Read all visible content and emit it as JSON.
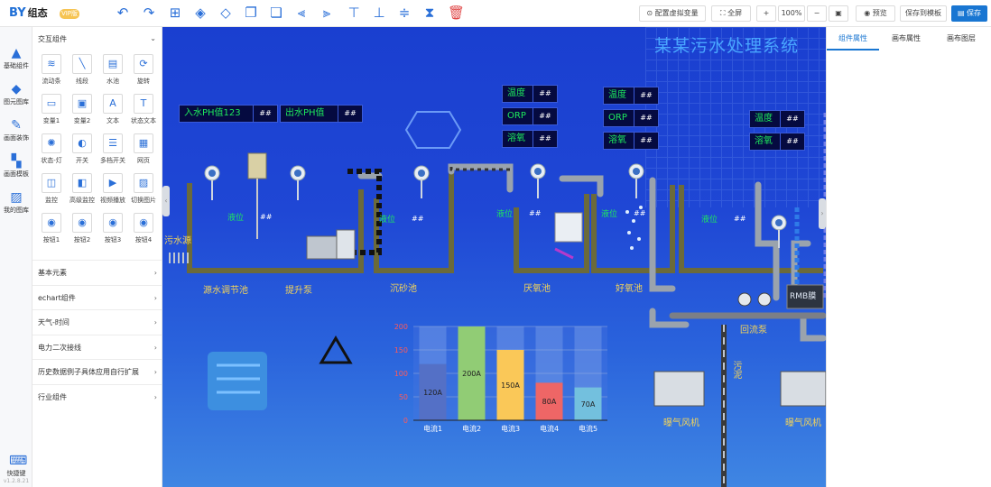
{
  "app": {
    "logo": "BY",
    "logo_text": "组态",
    "vip": "VIP版"
  },
  "toolbar": {
    "config_var": "配置虚拟变量",
    "fullscreen": "全屏",
    "zoom": "100%",
    "preview": "预览",
    "save_template": "保存到模板",
    "save": "保存"
  },
  "rail": {
    "items": [
      {
        "label": "基础组件"
      },
      {
        "label": "图元图库"
      },
      {
        "label": "画面装饰"
      },
      {
        "label": "画面模板"
      },
      {
        "label": "我的图库"
      }
    ],
    "shortcut": "快捷键",
    "version": "v1.2.8.21"
  },
  "panel": {
    "header": "交互组件",
    "components": [
      {
        "label": "流动条",
        "icon": "≋"
      },
      {
        "label": "线段",
        "icon": "╲"
      },
      {
        "label": "水池",
        "icon": "▤"
      },
      {
        "label": "旋转",
        "icon": "⟳"
      },
      {
        "label": "变量1",
        "icon": "▭"
      },
      {
        "label": "变量2",
        "icon": "▣"
      },
      {
        "label": "文本",
        "icon": "A"
      },
      {
        "label": "状态文本",
        "icon": "T"
      },
      {
        "label": "状态-灯",
        "icon": "✺"
      },
      {
        "label": "开关",
        "icon": "◐"
      },
      {
        "label": "多档开关",
        "icon": "☰"
      },
      {
        "label": "网页",
        "icon": "▦"
      },
      {
        "label": "监控",
        "icon": "◫"
      },
      {
        "label": "高级监控",
        "icon": "◧"
      },
      {
        "label": "视频播放",
        "icon": "▶"
      },
      {
        "label": "切换图片",
        "icon": "▨"
      },
      {
        "label": "按钮1",
        "icon": "◉"
      },
      {
        "label": "按钮2",
        "icon": "◉"
      },
      {
        "label": "按钮3",
        "icon": "◉"
      },
      {
        "label": "按钮4",
        "icon": "◉"
      }
    ],
    "categories": [
      {
        "label": "基本元素"
      },
      {
        "label": "echart组件"
      },
      {
        "label": "天气-时间"
      },
      {
        "label": "电力二次接线"
      },
      {
        "label": "历史数据例子具体应用自行扩展"
      },
      {
        "label": "行业组件"
      }
    ]
  },
  "canvas": {
    "title": "某某污水处理系统",
    "ph_in": "入水PH值123",
    "ph_out": "出水PH值",
    "placeholder_val": "##",
    "sensor_boxes": [
      {
        "label": "温度"
      },
      {
        "label": "ORP"
      },
      {
        "label": "溶氧"
      },
      {
        "label": "温度"
      },
      {
        "label": "ORP"
      },
      {
        "label": "溶氧"
      },
      {
        "label": "温度"
      },
      {
        "label": "溶氧"
      }
    ],
    "level_label": "液位",
    "source": "污水源",
    "tanks": [
      "源水调节池",
      "提升泵",
      "沉砂池",
      "厌氧池",
      "好氧池"
    ],
    "return_pump": "回流泵",
    "blower": "曝气风机",
    "sludge": "污泥",
    "rmb": "RMB膜"
  },
  "chart_data": {
    "type": "bar",
    "categories": [
      "电流1",
      "电流2",
      "电流3",
      "电流4",
      "电流5"
    ],
    "values": [
      120,
      200,
      150,
      80,
      70
    ],
    "data_labels": [
      "120A",
      "200A",
      "150A",
      "80A",
      "70A"
    ],
    "colors": [
      "#5470c6",
      "#91cc75",
      "#fac858",
      "#ee6666",
      "#73c0de"
    ],
    "ylim": [
      0,
      200
    ],
    "yticks": [
      0,
      50,
      100,
      150,
      200
    ]
  },
  "rpanel": {
    "tabs": [
      "组件属性",
      "画布属性",
      "画布图层"
    ]
  }
}
